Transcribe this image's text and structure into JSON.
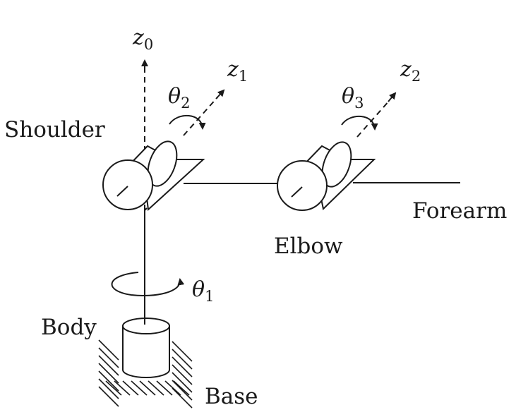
{
  "labels": {
    "shoulder": "Shoulder",
    "elbow": "Elbow",
    "forearm": "Forearm",
    "body": "Body",
    "base": "Base"
  },
  "axes": {
    "z0": {
      "symbol": "z",
      "subscript": "0"
    },
    "z1": {
      "symbol": "z",
      "subscript": "1"
    },
    "z2": {
      "symbol": "z",
      "subscript": "2"
    }
  },
  "joints": {
    "theta1": {
      "symbol": "θ",
      "subscript": "1"
    },
    "theta2": {
      "symbol": "θ",
      "subscript": "2"
    },
    "theta3": {
      "symbol": "θ",
      "subscript": "3"
    }
  },
  "colors": {
    "ink": "#1a1a1a",
    "background": "#ffffff"
  }
}
